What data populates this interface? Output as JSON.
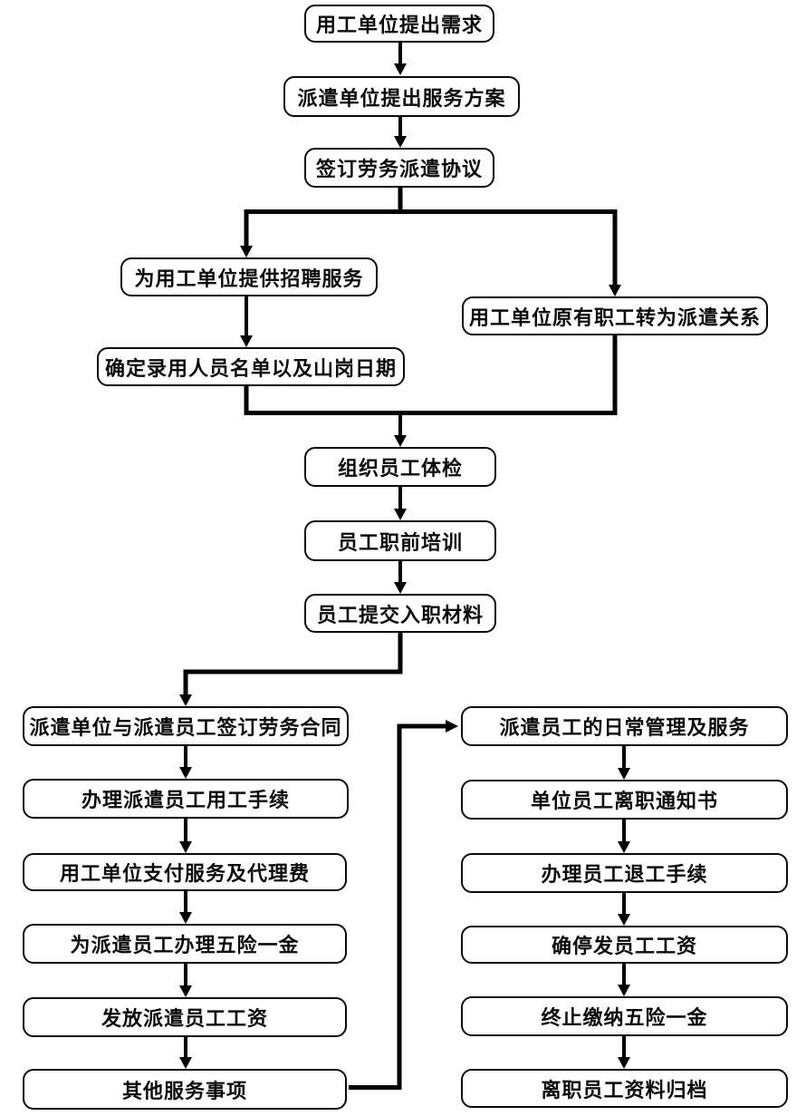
{
  "diagram": {
    "background_color": "#ffffff",
    "line_color": "#000000",
    "nodes": [
      {
        "id": "demand",
        "label": "用工单位提出需求"
      },
      {
        "id": "plan",
        "label": "派遣单位提出服务方案"
      },
      {
        "id": "agreement",
        "label": "签订劳务派遣协议"
      },
      {
        "id": "recruit",
        "label": "为用工单位提供招聘服务"
      },
      {
        "id": "transfer",
        "label": "用工单位原有职工转为派遣关系"
      },
      {
        "id": "confirm",
        "label": "确定录用人员名单以及山岗日期"
      },
      {
        "id": "physical",
        "label": "组织员工体检"
      },
      {
        "id": "training",
        "label": "员工职前培训"
      },
      {
        "id": "materials",
        "label": "员工提交入职材料"
      },
      {
        "id": "contract",
        "label": "派遣单位与派遣员工签订劳务合同"
      },
      {
        "id": "procedures",
        "label": "办理派遣员工用工手续"
      },
      {
        "id": "payfee",
        "label": "用工单位支付服务及代理费"
      },
      {
        "id": "insurance",
        "label": "为派遣员工办理五险一金"
      },
      {
        "id": "wages",
        "label": "发放派遣员工工资"
      },
      {
        "id": "other",
        "label": "其他服务事项"
      },
      {
        "id": "daily",
        "label": "派遣员工的日常管理及服务"
      },
      {
        "id": "notice",
        "label": "单位员工离职通知书"
      },
      {
        "id": "quit",
        "label": "办理员工退工手续"
      },
      {
        "id": "stopwage",
        "label": "确停发员工工资"
      },
      {
        "id": "stopins",
        "label": "终止缴纳五险一金"
      },
      {
        "id": "archive",
        "label": "离职员工资料归档"
      }
    ]
  }
}
